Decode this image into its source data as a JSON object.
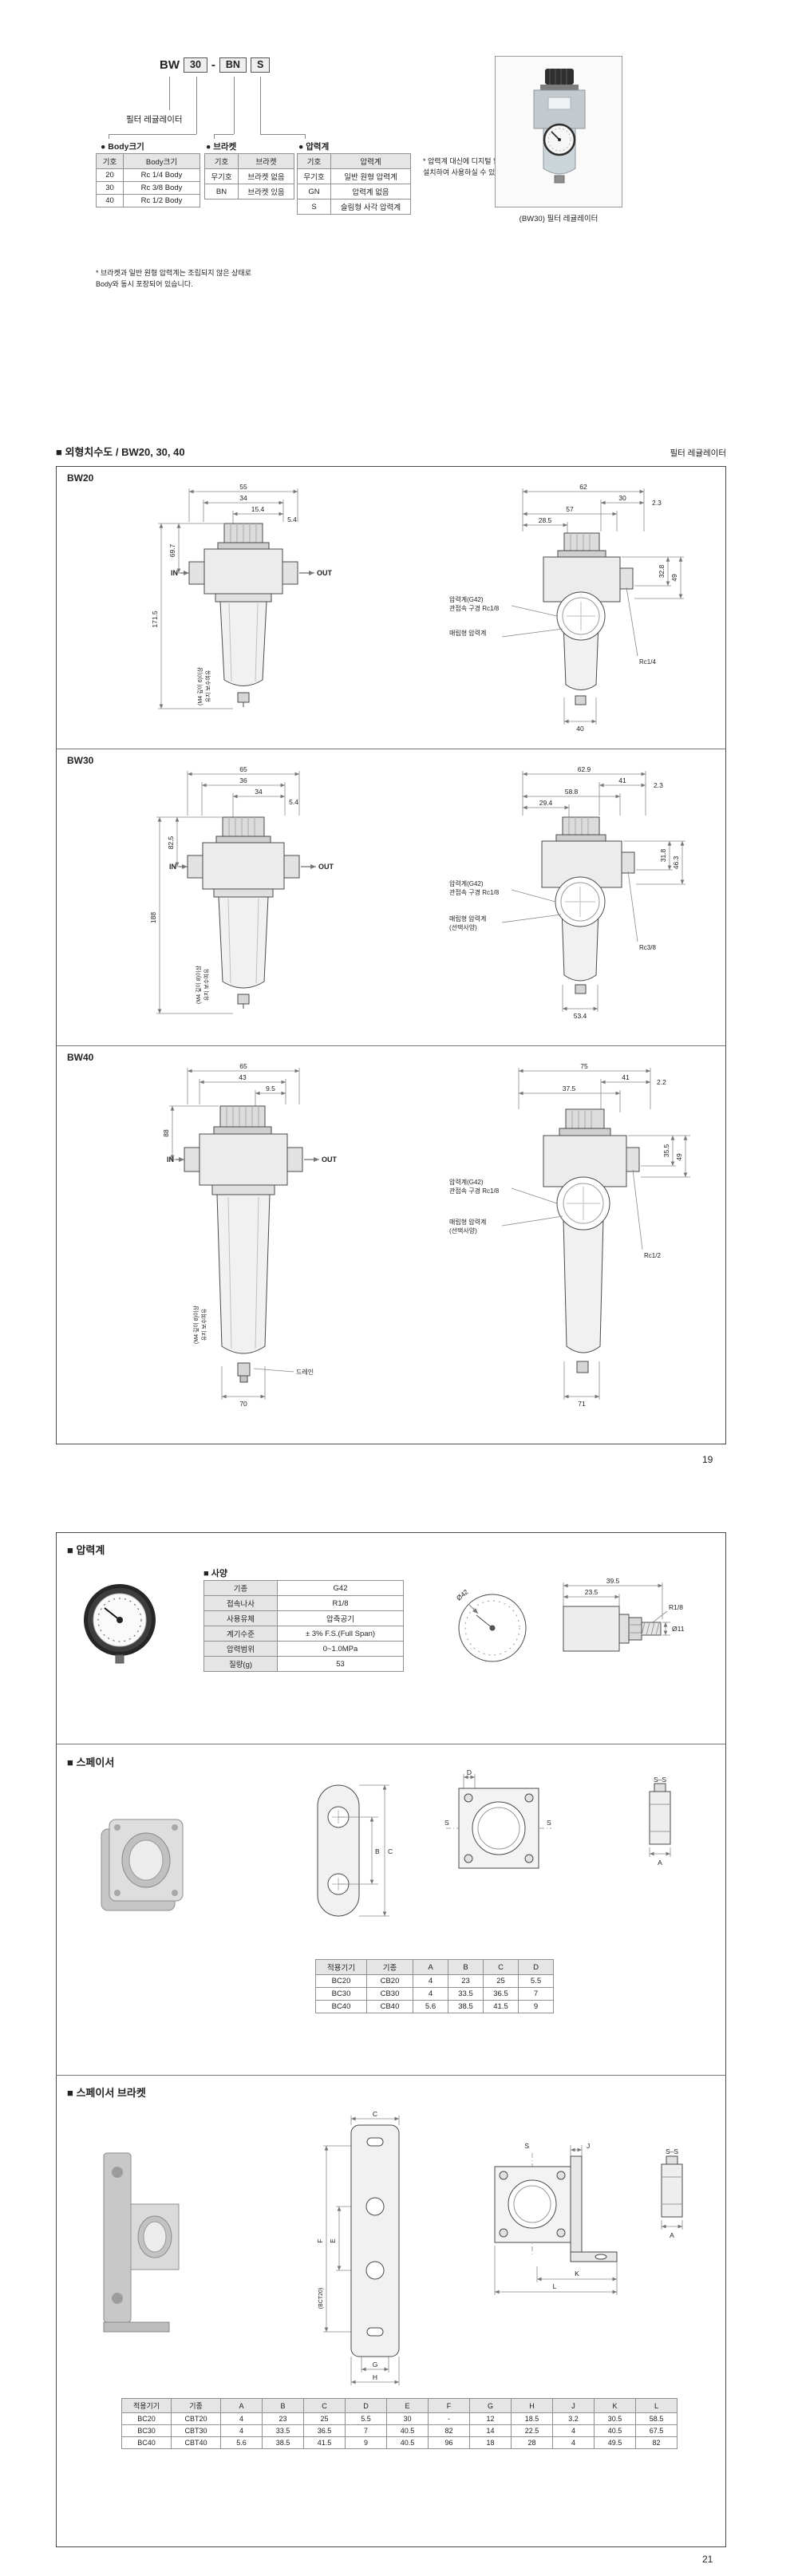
{
  "page19": {
    "code": {
      "prefix": "BW",
      "body": "30",
      "dash": "-",
      "bracket": "BN",
      "gauge": "S",
      "series_label": "필터 레귤레이터",
      "bullet": "●"
    },
    "body_table": {
      "title": "Body크기",
      "headers": [
        "기호",
        "Body크기"
      ],
      "rows": [
        [
          "20",
          "Rc 1/4 Body"
        ],
        [
          "30",
          "Rc 3/8 Body"
        ],
        [
          "40",
          "Rc 1/2 Body"
        ]
      ]
    },
    "bracket_table": {
      "title": "브라켓",
      "headers": [
        "기호",
        "브라켓"
      ],
      "rows": [
        [
          "무기호",
          "브라켓 없음"
        ],
        [
          "BN",
          "브라켓 있음"
        ]
      ]
    },
    "gauge_table": {
      "title": "압력계",
      "headers": [
        "기호",
        "압력계"
      ],
      "rows": [
        [
          "무기호",
          "일반 원형 압력계"
        ],
        [
          "GN",
          "압력계 없음"
        ],
        [
          "S",
          "슬림형 사각 압력계"
        ]
      ]
    },
    "note_left1": "* 브라켓과 일반 원형 압력계는 조립되지 않은 상태로",
    "note_left2": "Body와 동시 포장되어 있습니다.",
    "note_right1": "* 압력계 대신에 디지털 압력스위치를",
    "note_right2": "설치하여 사용하실 수 있습니다.",
    "photo_caption": "(BW30) 필터 레귤레이터",
    "dim_title": "■ 외형치수도 / BW20, 30, 40",
    "dim_right_label": "필터 레귤레이터",
    "page_no": "19",
    "bw20": {
      "name": "BW20",
      "in": "IN",
      "out": "OUT",
      "f_w1": "55",
      "f_w2": "34",
      "f_w3": "15.4",
      "f_off": "5.4",
      "f_hc": "69.7",
      "f_ht": "171.5",
      "maint1": "(M4 깊이 6)이상",
      "maint2": "유지 보수여유",
      "s_w1": "62",
      "s_w2": "30",
      "s_w3": "57",
      "s_w4": "28.5",
      "s_off": "2.3",
      "s_r1": "32.8",
      "s_r2": "49",
      "s_bot": "40",
      "g_note1": "압력계(G42)",
      "g_note2": "관접속 구경 Rc1/8",
      "embed1": "매립형 압력계",
      "embed2": "",
      "port": "Rc1/4"
    },
    "bw30": {
      "name": "BW30",
      "in": "IN",
      "out": "OUT",
      "f_w1": "65",
      "f_w2": "36",
      "f_w3": "34",
      "f_off": "5.4",
      "f_hc": "82.5",
      "f_ht": "188",
      "maint1": "(M4 깊이 8)이상",
      "maint2": "유지 보수여유",
      "s_w1": "62.9",
      "s_w2": "41",
      "s_w3": "58.8",
      "s_w4": "29.4",
      "s_off": "2.3",
      "s_r1": "31.8",
      "s_r2": "46.3",
      "s_bot": "53.4",
      "g_note1": "압력계(G42)",
      "g_note2": "관접속 구경 Rc1/8",
      "embed1": "매립형 압력계",
      "embed2": "(선택사양)",
      "port": "Rc3/8"
    },
    "bw40": {
      "name": "BW40",
      "in": "IN",
      "out": "OUT",
      "f_w1": "65",
      "f_w2": "43",
      "f_w3": "9.5",
      "f_hc": "88",
      "f_bot": "70",
      "drain": "드레인",
      "maint1": "(M4 깊이 8)이상",
      "maint2": "유지 보수여유",
      "s_w1": "75",
      "s_w2": "41",
      "s_w3": "37.5",
      "s_off": "2.2",
      "s_r1": "35.5",
      "s_r2": "49",
      "s_bot": "71",
      "g_note1": "압력계(G42)",
      "g_note2": "관접속 구경 Rc1/8",
      "embed1": "매립형 압력계",
      "embed2": "(선택사양)",
      "port": "Rc1/2"
    }
  },
  "page21": {
    "gauge": {
      "title": "■ 압력계",
      "spec_title": "■ 사양",
      "spec_rows": [
        [
          "기종",
          "G42"
        ],
        [
          "접속나사",
          "R1/8"
        ],
        [
          "사용유체",
          "압축공기"
        ],
        [
          "계기수준",
          "± 3% F.S.(Full Span)"
        ],
        [
          "압력범위",
          "0~1.0MPa"
        ],
        [
          "질량(g)",
          "53"
        ]
      ],
      "dim_total": "39.5",
      "dim_case": "23.5",
      "thread": "R1/8",
      "dia_face": "Ø42",
      "dia_stem": "Ø11"
    },
    "spacer": {
      "title": "■ 스페이서",
      "lbl_b": "B",
      "lbl_c": "C",
      "lbl_d": "D",
      "lbl_s": "S",
      "lbl_ss": "S–S",
      "lbl_a": "A",
      "table": {
        "headers": [
          "적용기기",
          "기종",
          "A",
          "B",
          "C",
          "D"
        ],
        "rows": [
          [
            "BC20",
            "CB20",
            "4",
            "23",
            "25",
            "5.5"
          ],
          [
            "BC30",
            "CB30",
            "4",
            "33.5",
            "36.5",
            "7"
          ],
          [
            "BC40",
            "CB40",
            "5.6",
            "38.5",
            "41.5",
            "9"
          ]
        ]
      }
    },
    "spacer_bracket": {
      "title": "■ 스페이서 브라켓",
      "lbl_c": "C",
      "lbl_e": "E",
      "lbl_f": "F",
      "lbl_note": "(BCT20)",
      "lbl_g": "G",
      "lbl_h": "H",
      "lbl_s": "S",
      "lbl_ss": "S–S",
      "lbl_a": "A",
      "lbl_j": "J",
      "lbl_k": "K",
      "lbl_l": "L",
      "table": {
        "headers": [
          "적용기기",
          "기종",
          "A",
          "B",
          "C",
          "D",
          "E",
          "F",
          "G",
          "H",
          "J",
          "K",
          "L"
        ],
        "rows": [
          [
            "BC20",
            "CBT20",
            "4",
            "23",
            "25",
            "5.5",
            "30",
            "-",
            "12",
            "18.5",
            "3.2",
            "30.5",
            "58.5"
          ],
          [
            "BC30",
            "CBT30",
            "4",
            "33.5",
            "36.5",
            "7",
            "40.5",
            "82",
            "14",
            "22.5",
            "4",
            "40.5",
            "67.5"
          ],
          [
            "BC40",
            "CBT40",
            "5.6",
            "38.5",
            "41.5",
            "9",
            "40.5",
            "96",
            "18",
            "28",
            "4",
            "49.5",
            "82"
          ]
        ]
      }
    },
    "page_no": "21"
  }
}
